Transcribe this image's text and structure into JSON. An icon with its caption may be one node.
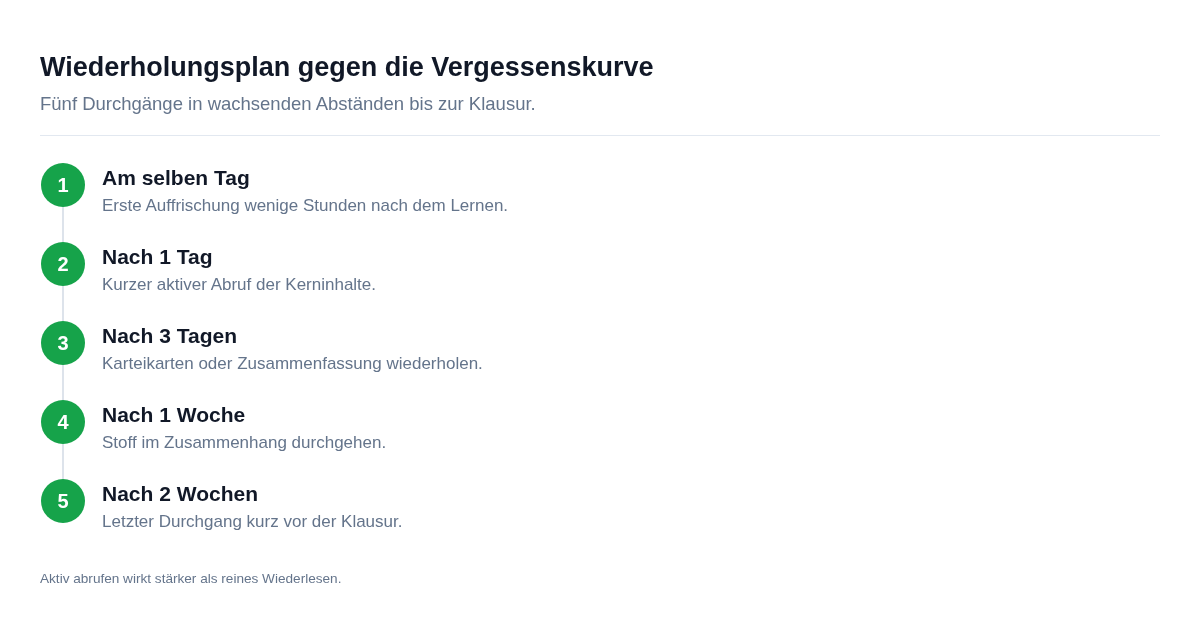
{
  "diagram": {
    "title": "Wiederholungsplan gegen die Vergessenskurve",
    "nodes": [
      {
        "text": [
          "1"
        ],
        "beside": [
          "Am selben Tag",
          "Erste Auffrischung wenige Stunden nach dem Lernen."
        ]
      },
      {
        "text": [
          "2"
        ],
        "beside": [
          "Nach 1 Tag",
          "Kurzer aktiver Abruf der Kerninhalte."
        ]
      },
      {
        "text": [
          "3"
        ],
        "beside": [
          "Nach 3 Tagen",
          "Karteikarten oder Zusammenfassung wiederholen."
        ]
      },
      {
        "text": [
          "4"
        ],
        "beside": [
          "Nach 1 Woche",
          "Stoff im Zusammenhang durchgehen."
        ]
      },
      {
        "text": [
          "5"
        ],
        "beside": [
          "Nach 2 Wochen",
          "Letzter Durchgang kurz vor der Klausur."
        ]
      }
    ],
    "edges": [
      {
        "from": 0,
        "to": 1,
        "arrow": "none"
      },
      {
        "from": 1,
        "to": 2,
        "arrow": "none"
      },
      {
        "from": 2,
        "to": 3,
        "arrow": "none"
      },
      {
        "from": 3,
        "to": 4,
        "arrow": "none"
      }
    ],
    "labels": [
      "Fünf Durchgänge in wachsenden Abständen bis zur Klausur."
    ],
    "caption": "Aktiv abrufen wirkt stärker als reines Wiederlesen."
  }
}
